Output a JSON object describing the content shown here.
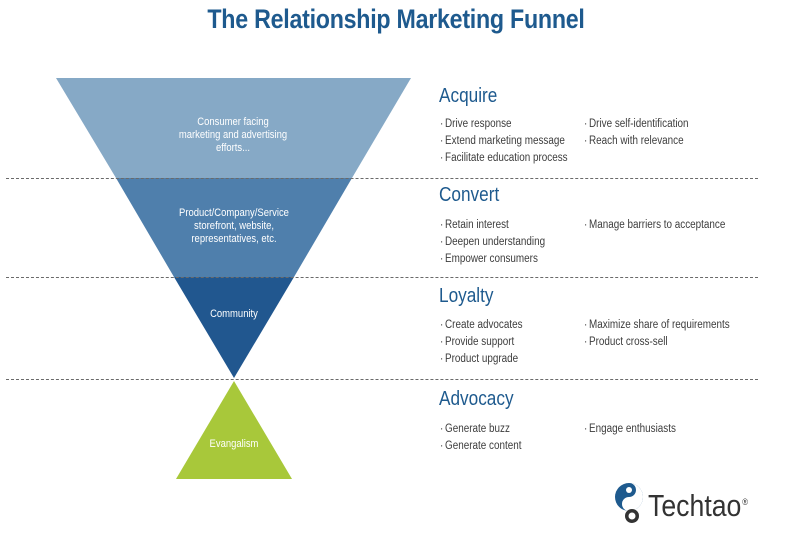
{
  "title": "The Relationship Marketing Funnel",
  "colors": {
    "title": "#1e5a8e",
    "stage1": "#86a9c6",
    "stage2": "#4f7fac",
    "stage3": "#21578f",
    "advocacy": "#a8c83a",
    "divider": "#6a6a6a"
  },
  "funnel": {
    "stage1": "Consumer facing marketing and advertising efforts...",
    "stage2": "Product/Company/Service storefront, website, representatives, etc.",
    "stage3": "Community",
    "stage4": "Evangalism"
  },
  "sections": [
    {
      "title": "Acquire",
      "col1": [
        "Drive response",
        "Extend marketing message",
        "Facilitate education process"
      ],
      "col2": [
        "Drive self-identification",
        "Reach with relevance"
      ]
    },
    {
      "title": "Convert",
      "col1": [
        "Retain interest",
        "Deepen understanding",
        "Empower consumers"
      ],
      "col2": [
        "Manage barriers to acceptance"
      ]
    },
    {
      "title": "Loyalty",
      "col1": [
        "Create advocates",
        "Provide support",
        "Product upgrade"
      ],
      "col2": [
        "Maximize share of requirements",
        "Product cross-sell"
      ]
    },
    {
      "title": "Advocacy",
      "col1": [
        "Generate buzz",
        "Generate content"
      ],
      "col2": [
        "Engage enthusiasts"
      ]
    }
  ],
  "logo": {
    "name": "Techtao",
    "registered": "®",
    "icon": "techtao-logo-icon"
  }
}
